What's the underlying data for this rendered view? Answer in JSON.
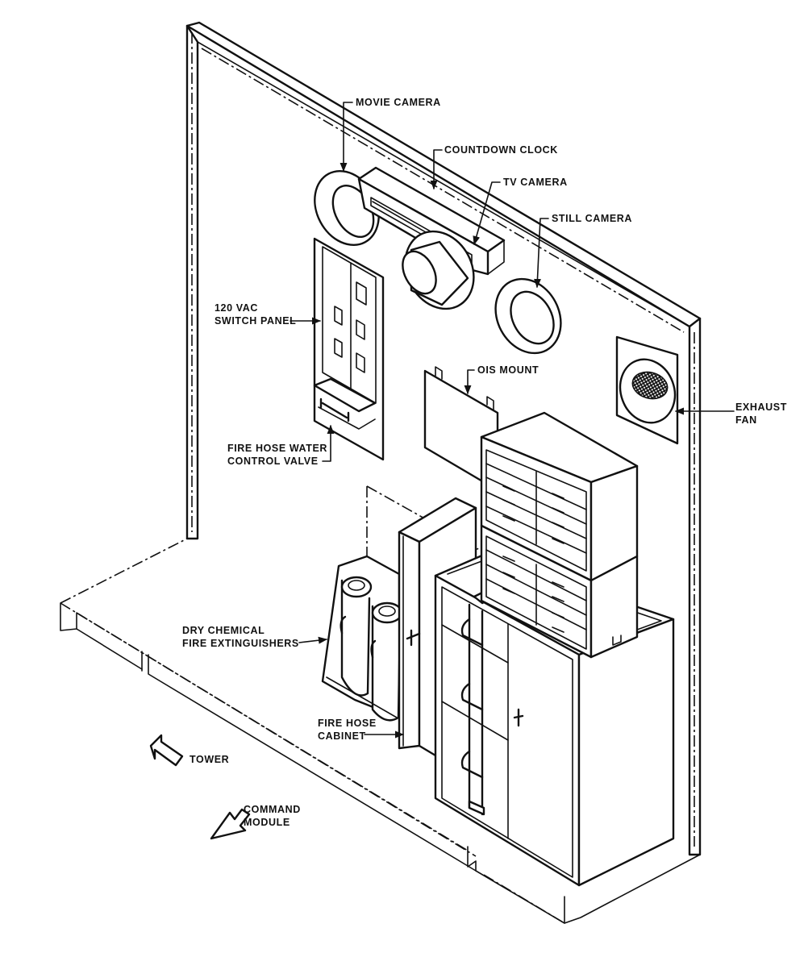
{
  "labels": {
    "movie_camera": "MOVIE CAMERA",
    "countdown_clock": "COUNTDOWN CLOCK",
    "tv_camera": "TV CAMERA",
    "still_camera": "STILL CAMERA",
    "switch_panel_line1": "120 VAC",
    "switch_panel_line2": "SWITCH PANEL",
    "ois_mount": "OIS MOUNT",
    "exhaust_fan_line1": "EXHAUST",
    "exhaust_fan_line2": "FAN",
    "fire_hose_valve_line1": "FIRE HOSE WATER",
    "fire_hose_valve_line2": "CONTROL VALVE",
    "extinguishers_line1": "DRY CHEMICAL",
    "extinguishers_line2": "FIRE EXTINGUISHERS",
    "fire_hose_cabinet_line1": "FIRE HOSE",
    "fire_hose_cabinet_line2": "CABINET",
    "tower": "TOWER",
    "command_module_line1": "COMMAND",
    "command_module_line2": "MODULE"
  }
}
